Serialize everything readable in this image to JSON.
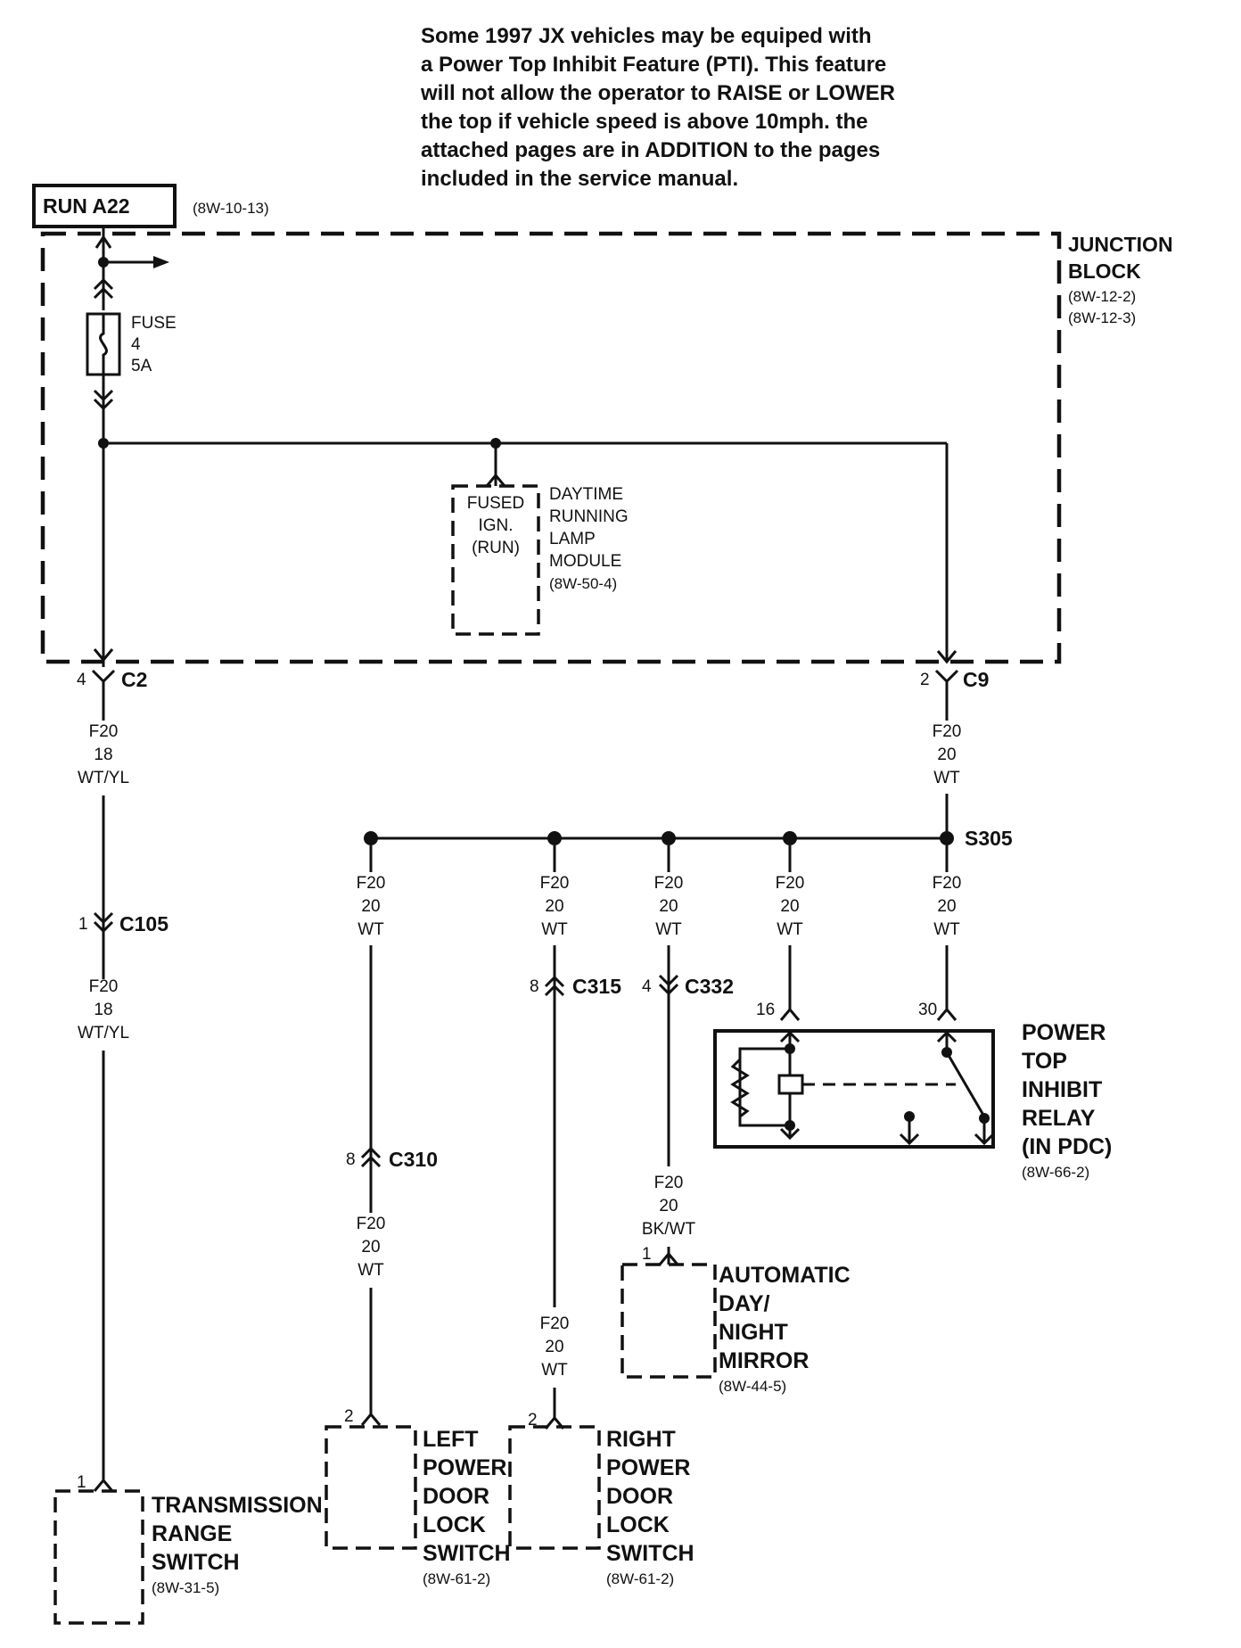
{
  "note": {
    "lines": [
      "Some 1997 JX vehicles may be equiped with",
      "a Power Top Inhibit Feature (PTI). This feature",
      "will not allow the operator to RAISE or LOWER",
      "the top if vehicle speed is above 10mph. the",
      "attached pages are in ADDITION to the pages",
      "included in the service manual."
    ]
  },
  "run_box": {
    "label": "RUN A22",
    "ref": "(8W-10-13)"
  },
  "junction_block": {
    "line1": "JUNCTION",
    "line2": "BLOCK",
    "ref1": "(8W-12-2)",
    "ref2": "(8W-12-3)"
  },
  "fuse": {
    "line1": "FUSE",
    "line2": "4",
    "line3": "5A"
  },
  "drl_module": {
    "inner1": "FUSED",
    "inner2": "IGN.",
    "inner3": "(RUN)",
    "line1": "DAYTIME",
    "line2": "RUNNING",
    "line3": "LAMP",
    "line4": "MODULE",
    "ref": "(8W-50-4)"
  },
  "connectors": {
    "c2": {
      "name": "C2",
      "pin": "4"
    },
    "c9": {
      "name": "C9",
      "pin": "2"
    },
    "c105": {
      "name": "C105",
      "pin": "1"
    },
    "c315": {
      "name": "C315",
      "pin": "8"
    },
    "c332": {
      "name": "C332",
      "pin": "4"
    },
    "c310": {
      "name": "C310",
      "pin": "8"
    },
    "s305": {
      "name": "S305"
    }
  },
  "wires": {
    "left_top": [
      "F20",
      "18",
      "WT/YL"
    ],
    "left_bottom": [
      "F20",
      "18",
      "WT/YL"
    ],
    "c9_down": [
      "F20",
      "20",
      "WT"
    ],
    "branch1": [
      "F20",
      "20",
      "WT"
    ],
    "branch2": [
      "F20",
      "20",
      "WT"
    ],
    "branch3": [
      "F20",
      "20",
      "WT"
    ],
    "branch4": [
      "F20",
      "20",
      "WT"
    ],
    "branch5": [
      "F20",
      "20",
      "WT"
    ],
    "c310_down": [
      "F20",
      "20",
      "WT"
    ],
    "c315_down": [
      "F20",
      "20",
      "WT"
    ],
    "c332_down": [
      "F20",
      "20",
      "BK/WT"
    ]
  },
  "relay": {
    "pin16": "16",
    "pin30": "30",
    "line1": "POWER",
    "line2": "TOP",
    "line3": "INHIBIT",
    "line4": "RELAY",
    "line5": "(IN PDC)",
    "ref": "(8W-66-2)"
  },
  "mirror": {
    "pin": "1",
    "line1": "AUTOMATIC",
    "line2": "DAY/",
    "line3": "NIGHT",
    "line4": "MIRROR",
    "ref": "(8W-44-5)"
  },
  "left_lock": {
    "pin": "2",
    "line1": "LEFT",
    "line2": "POWER",
    "line3": "DOOR",
    "line4": "LOCK",
    "line5": "SWITCH",
    "ref": "(8W-61-2)"
  },
  "right_lock": {
    "pin": "2",
    "line1": "RIGHT",
    "line2": "POWER",
    "line3": "DOOR",
    "line4": "LOCK",
    "line5": "SWITCH",
    "ref": "(8W-61-2)"
  },
  "trs": {
    "pin": "1",
    "line1": "TRANSMISSION",
    "line2": "RANGE",
    "line3": "SWITCH",
    "ref": "(8W-31-5)"
  }
}
